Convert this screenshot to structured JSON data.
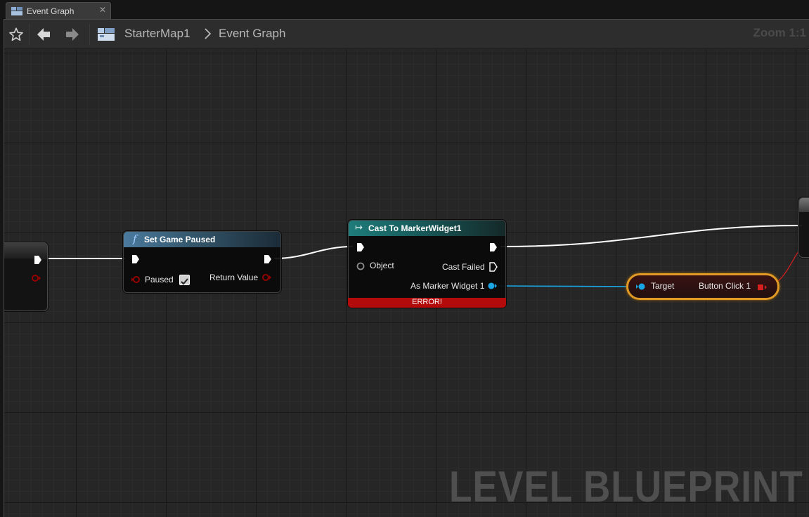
{
  "tab": {
    "label": "Event Graph",
    "close_glyph": "✕"
  },
  "breadcrumb": {
    "level_name": "StarterMap1",
    "graph_name": "Event Graph"
  },
  "toolbar": {
    "zoom_text": "Zoom 1:1"
  },
  "nodes": {
    "set_game_paused": {
      "icon_glyph": "f",
      "title": "Set Game Paused",
      "pins": {
        "paused_label": "Paused",
        "paused_checked": true,
        "return_label": "Return Value"
      },
      "header_color": "#4b7a9e"
    },
    "cast_to_marker_widget": {
      "icon_glyph": "↦",
      "title": "Cast To MarkerWidget1",
      "pins": {
        "object_label": "Object",
        "cast_failed_label": "Cast Failed",
        "as_label": "As Marker Widget 1"
      },
      "error_text": "ERROR!",
      "header_color": "#1e7c7a",
      "error_color": "#b30b0b"
    },
    "button_click_getter": {
      "target_label": "Target",
      "output_label": "Button Click 1",
      "highlight_color": "#e19a23"
    }
  },
  "watermark": "LEVEL BLUEPRINT",
  "colors": {
    "exec_wire": "#ffffff",
    "object_pin": "#1aa6e5",
    "bool_pin": "#950000",
    "delegate_wire": "#d81f1f"
  },
  "icons": [
    "blueprint-tab-icon",
    "star-icon",
    "back-arrow-icon",
    "forward-arrow-icon",
    "level-blueprint-icon",
    "chevron-right-icon",
    "function-icon",
    "cast-icon",
    "checkbox-check-icon"
  ]
}
